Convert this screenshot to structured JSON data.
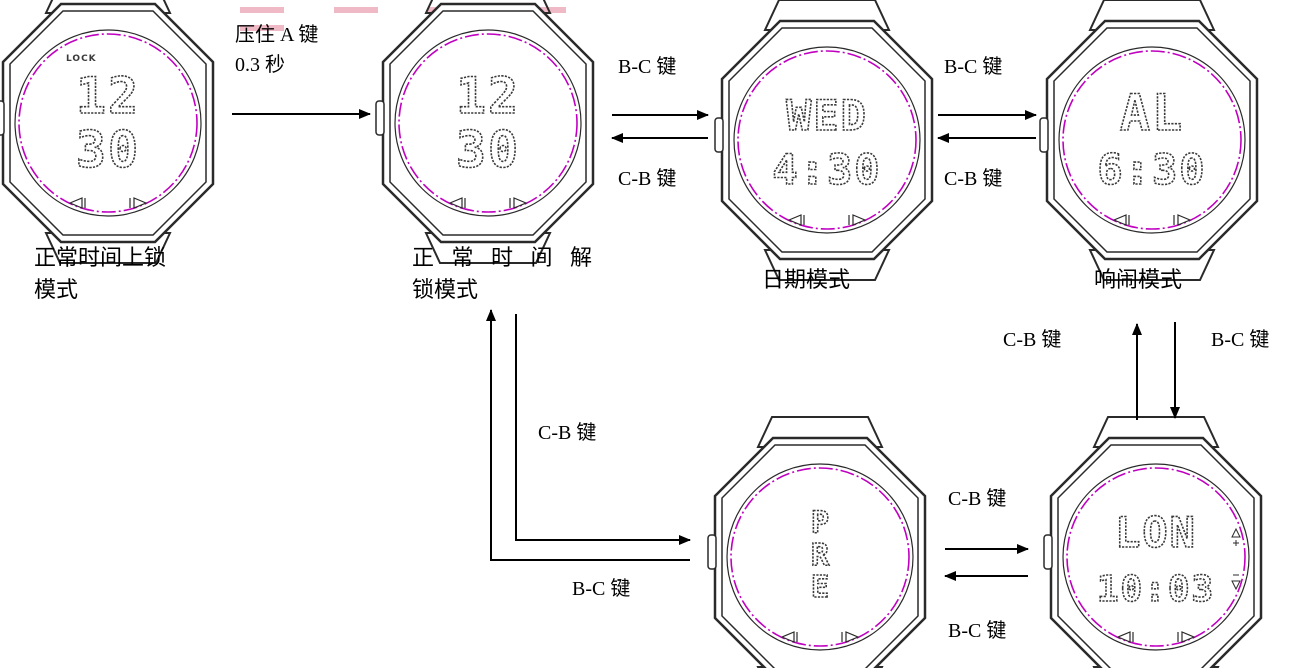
{
  "watches": [
    {
      "id": "lock",
      "top_text": "LOCK",
      "line1": "12",
      "line2": "30",
      "nav": true,
      "arrows": false
    },
    {
      "id": "unlock",
      "top_text": "",
      "line1": "12",
      "line2": "30",
      "nav": true,
      "arrows": false
    },
    {
      "id": "date",
      "top_text": "",
      "line1": "WED",
      "line2": "4:30",
      "nav": true,
      "arrows": false
    },
    {
      "id": "alarm",
      "top_text": "",
      "line1": "AL",
      "line2": "6:30",
      "nav": true,
      "arrows": false
    },
    {
      "id": "pre",
      "top_text": "",
      "line1": "P",
      "line2": "R",
      "line3": "E",
      "nav": true,
      "arrows": false
    },
    {
      "id": "lon",
      "top_text": "",
      "line1": "LON",
      "line2": "10:03",
      "nav": true,
      "arrows": true
    }
  ],
  "captions": {
    "lock": [
      "正常时间上锁",
      "模式"
    ],
    "unlock": [
      "正 常 时 间 解",
      "锁模式"
    ],
    "date": [
      "日期模式"
    ],
    "alarm": [
      "响闹模式"
    ]
  },
  "edge_labels": {
    "hold_a_line1": "压住 A 键",
    "hold_a_line2": "0.3 秒",
    "bc": "B-C 键",
    "cb": "C-B 键"
  },
  "colors": {
    "outline": "#2a2a2a",
    "dial": "#c000c0",
    "pixel": "#3a3a3a",
    "accent_bar": "#f0b9c6"
  }
}
